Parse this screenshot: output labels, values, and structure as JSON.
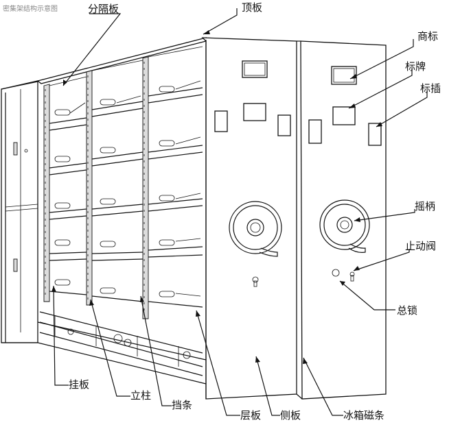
{
  "title": "密集架结构示意图",
  "labels": {
    "top_board": "顶板",
    "divider": "分隔板",
    "trademark": "商标",
    "sign_plate": "标牌",
    "sign_slot": "标插",
    "hand_crank": "摇柄",
    "stop_valve": "止动阀",
    "master_lock": "总锁",
    "hanging_plate": "挂板",
    "upright_post": "立柱",
    "stop_strip": "挡条",
    "shelf_board": "层板",
    "side_panel": "侧板",
    "fridge_magnet_strip": "冰箱磁条"
  }
}
